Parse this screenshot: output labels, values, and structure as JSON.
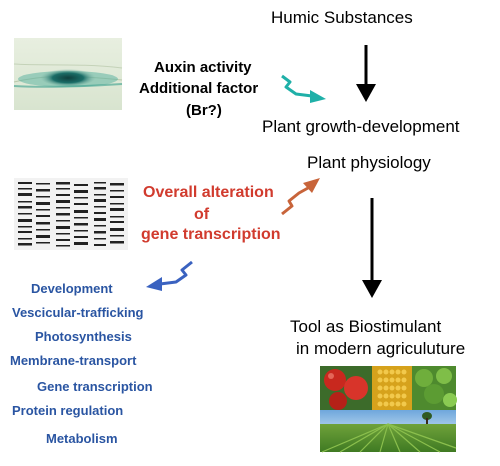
{
  "colors": {
    "text": "#000000",
    "transcription_text": "#d13b2e",
    "process_text": "#2a55a2",
    "teal_arrow": "#1fb0a8",
    "red_arrow": "#c8643a",
    "blue_arrow": "#3a62c0"
  },
  "texts": {
    "humic": "Humic Substances",
    "auxin": "Auxin activity",
    "additional": "Additional factor",
    "br": "(Br?)",
    "growth": "Plant growth-development",
    "physiology": "Plant physiology",
    "overall1": "Overall alteration",
    "overall2": "of",
    "overall3": "gene transcription",
    "tool1": "Tool as Biostimulant",
    "tool2": "in modern agriculuture"
  },
  "processes": [
    "Development",
    "Vescicular-trafficking",
    "Photosynthesis",
    "Membrane-transport",
    "Gene transcription",
    "Protein regulation",
    "Metabolism"
  ],
  "images": {
    "root_stain": "root-gus-staining-photo",
    "gel": "gene-expression-gel-photo",
    "agriculture": "agriculture-crops-field-photo"
  }
}
